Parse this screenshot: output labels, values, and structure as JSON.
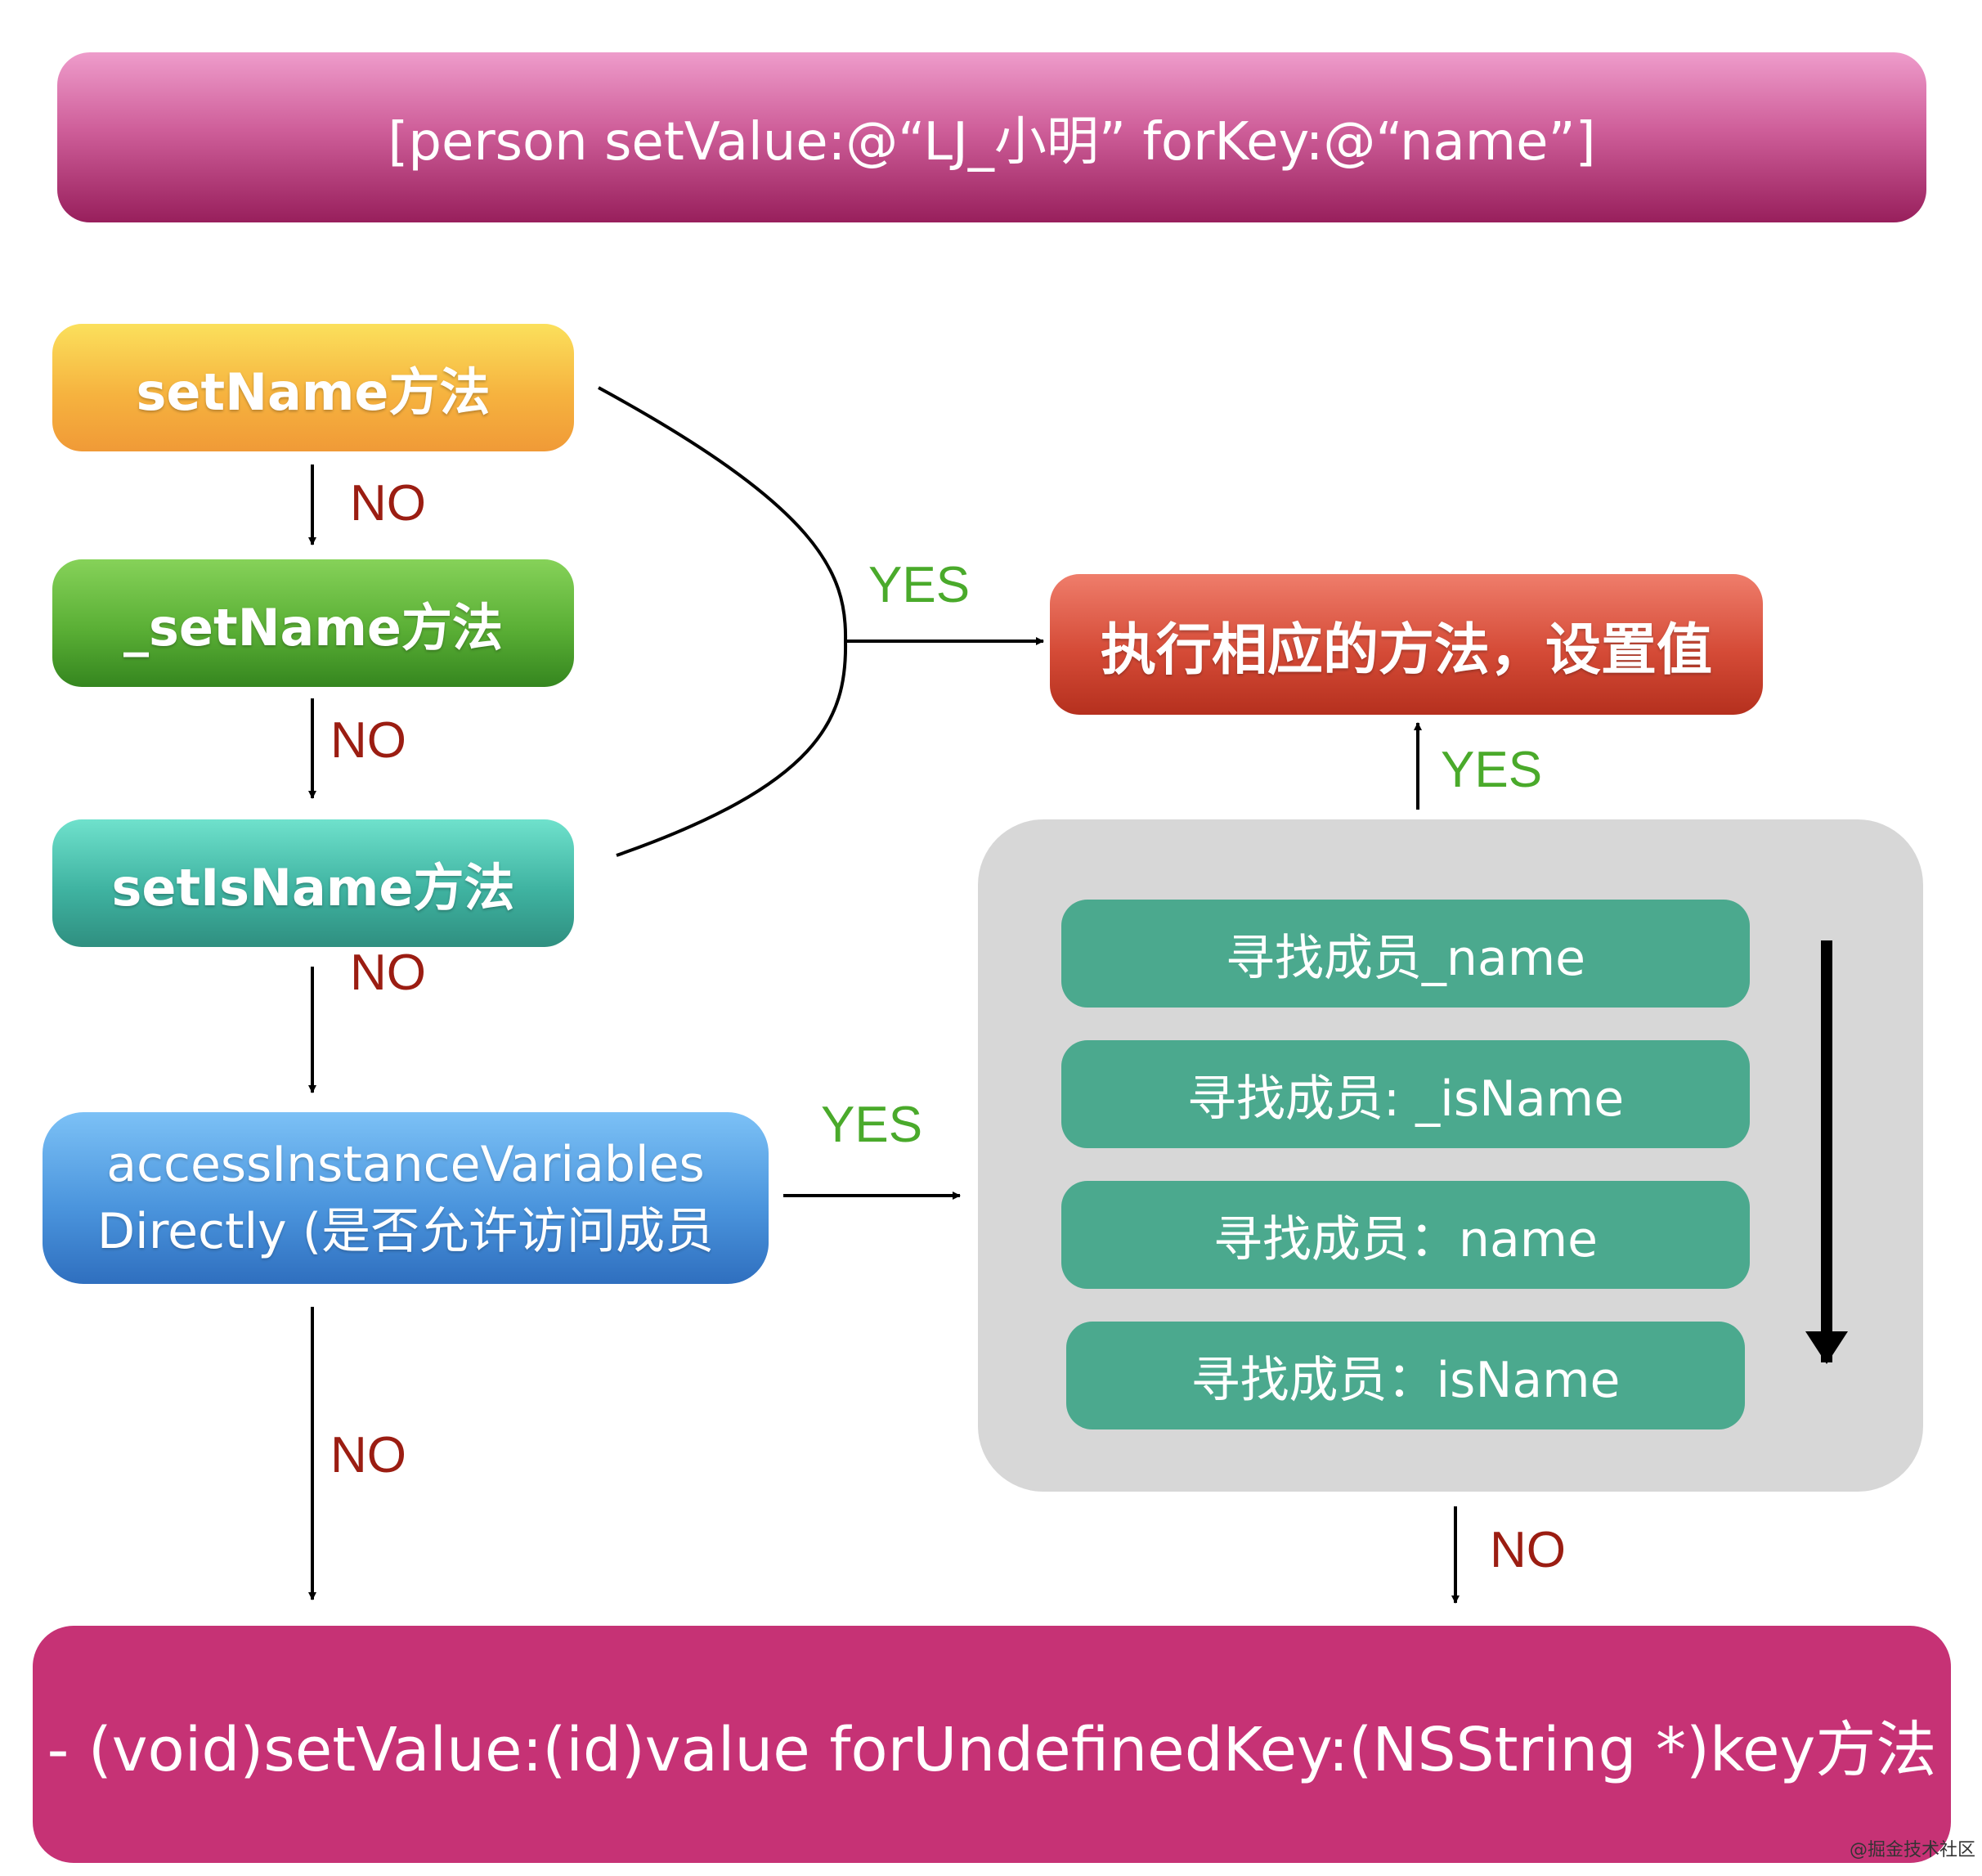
{
  "title": "[person setValue:@“LJ_小明” forKey:@“name”]",
  "steps": {
    "set_name": "setName方法",
    "underscore_set_name": "_setName方法",
    "set_is_name": "setIsName方法",
    "access_line1": "accessInstanceVariables",
    "access_line2": "Directly (是否允许访问成员"
  },
  "execute": "执行相应的方法，设置值",
  "search_members": [
    "寻找成员_name",
    "寻找成员: _isName",
    "寻找成员：name",
    "寻找成员：isName"
  ],
  "undefined_key": "- (void)setValue:(id)value forUndefinedKey:(NSString *)key方法",
  "edge_labels": {
    "no": "NO",
    "yes": "YES"
  },
  "watermark": "@掘金技术社区",
  "colors": {
    "title_bar": "#c0427f",
    "set_name": "#f5b23e",
    "underscore_set_name": "#58ad34",
    "set_is_name": "#3fb3a1",
    "access": "#4b95dd",
    "execute": "#d54b37",
    "search_panel": "#d7d7d7",
    "member": "#4ba98e",
    "undefined_key": "#c63275",
    "no_label": "#9b1d12",
    "yes_label": "#4aaa2b"
  }
}
